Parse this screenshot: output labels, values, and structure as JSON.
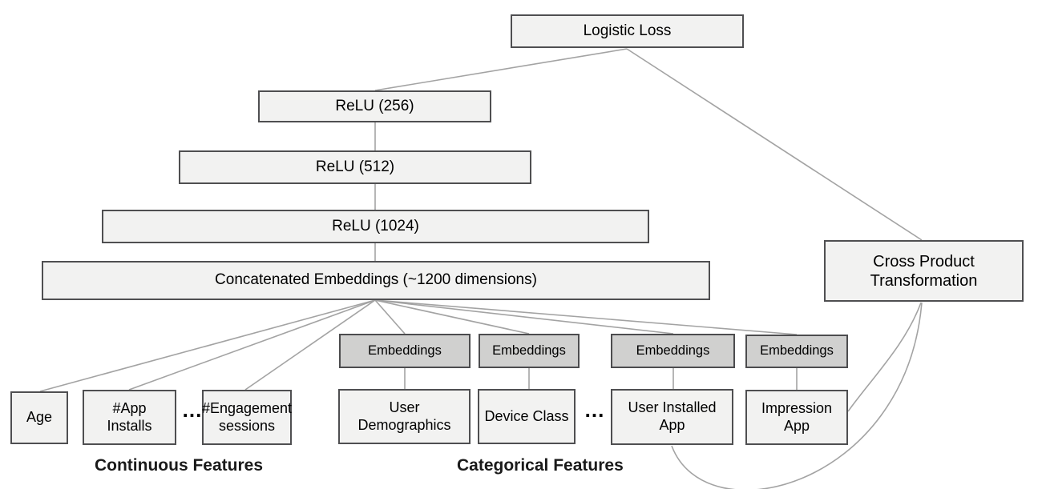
{
  "nodes": {
    "logistic_loss": "Logistic Loss",
    "relu_256": "ReLU (256)",
    "relu_512": "ReLU (512)",
    "relu_1024": "ReLU (1024)",
    "concatenated_embeddings": "Concatenated Embeddings (~1200 dimensions)",
    "cross_product_transformation": "Cross Product Transformation",
    "embeddings": [
      "Embeddings",
      "Embeddings",
      "Embeddings",
      "Embeddings"
    ],
    "continuous_features": {
      "age": "Age",
      "app_installs": "#App Installs",
      "engagement_sessions": "#Engagement sessions",
      "ellipsis": "..."
    },
    "categorical_features": {
      "user_demographics": "User Demographics",
      "device_class": "Device Class",
      "user_installed_app": "User Installed App",
      "impression_app": "Impression App",
      "ellipsis": "..."
    }
  },
  "group_labels": {
    "continuous": "Continuous Features",
    "categorical": "Categorical Features"
  },
  "colors": {
    "node_fill": "#f2f2f1",
    "node_border": "#4f4f51",
    "embedding_fill": "#d0d0cf",
    "embedding_border": "#4c4c4e",
    "connector": "#a3a3a3",
    "text": "#000000"
  }
}
